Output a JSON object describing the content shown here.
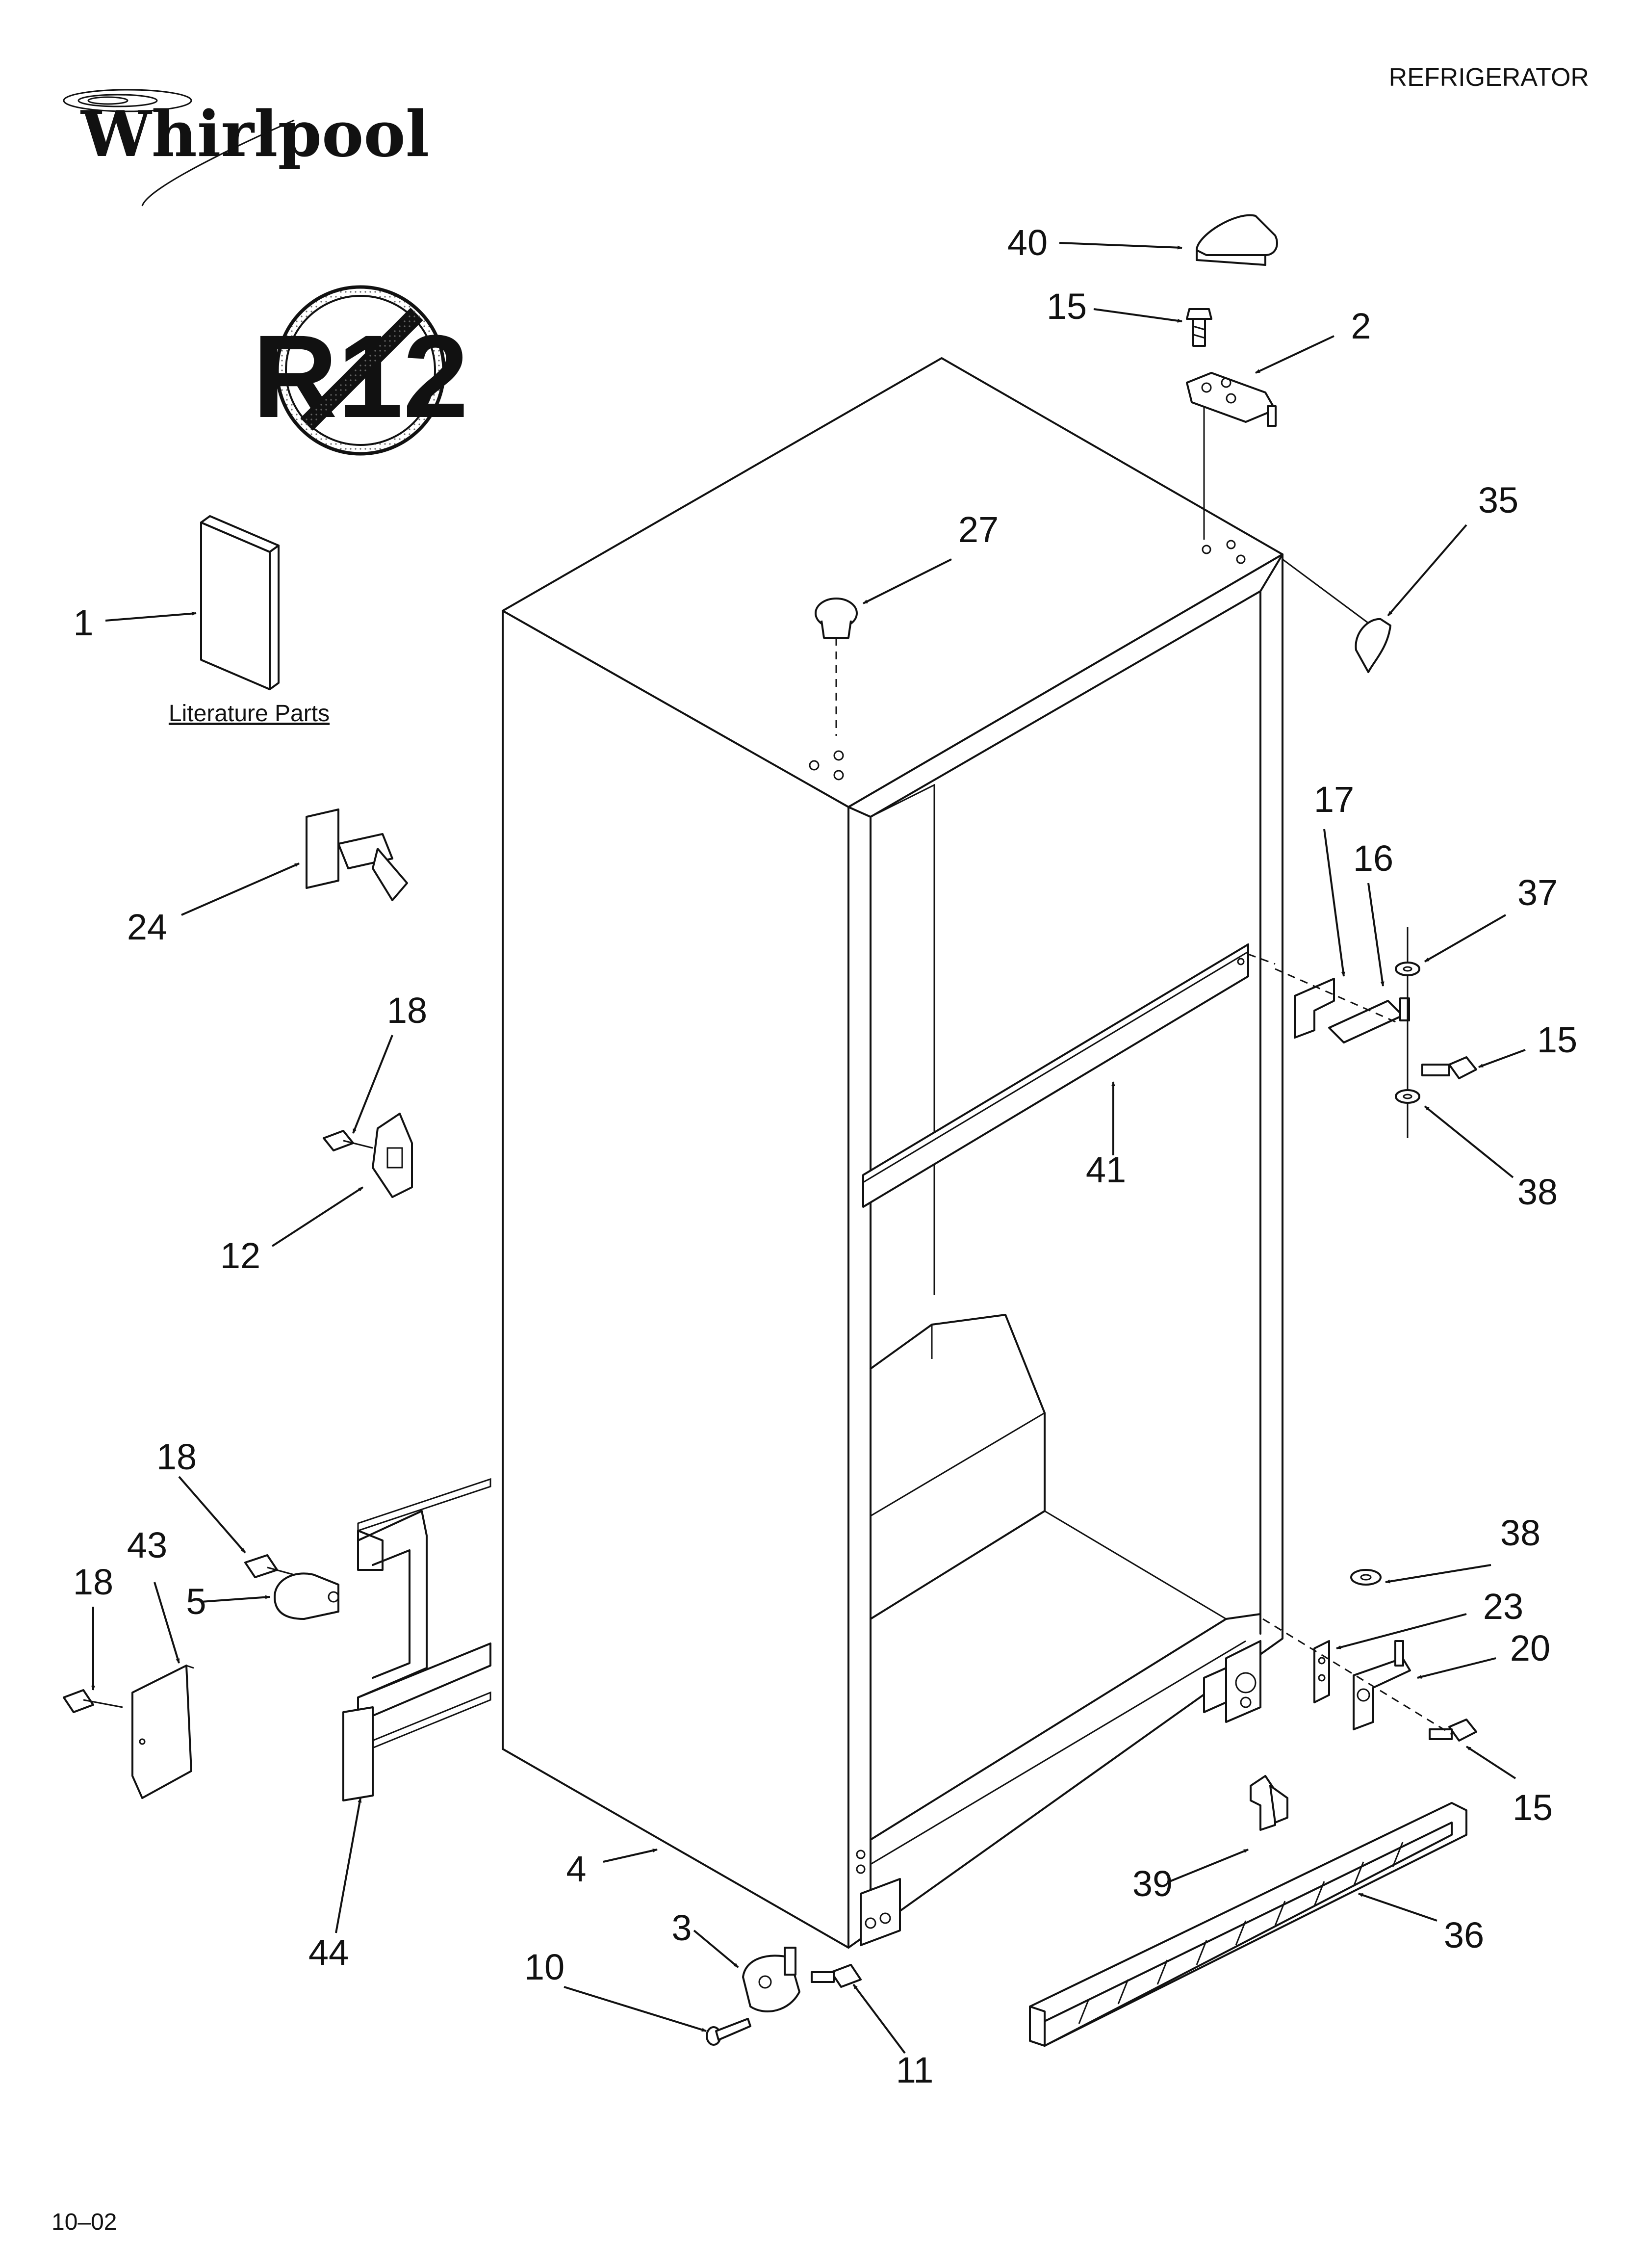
{
  "header": {
    "brand": "Whirlpool",
    "product": "REFRIGERATOR"
  },
  "footer": {
    "date_code": "10–02"
  },
  "badge": {
    "text": "R12"
  },
  "literature": {
    "label": "Literature Parts"
  },
  "callouts": [
    {
      "id": "c1",
      "text": "1"
    },
    {
      "id": "c2",
      "text": "2"
    },
    {
      "id": "c3",
      "text": "3"
    },
    {
      "id": "c4",
      "text": "4"
    },
    {
      "id": "c5",
      "text": "5"
    },
    {
      "id": "c10",
      "text": "10"
    },
    {
      "id": "c11",
      "text": "11"
    },
    {
      "id": "c12",
      "text": "12"
    },
    {
      "id": "c15a",
      "text": "15"
    },
    {
      "id": "c15b",
      "text": "15"
    },
    {
      "id": "c15c",
      "text": "15"
    },
    {
      "id": "c16",
      "text": "16"
    },
    {
      "id": "c17",
      "text": "17"
    },
    {
      "id": "c18a",
      "text": "18"
    },
    {
      "id": "c18b",
      "text": "18"
    },
    {
      "id": "c18c",
      "text": "18"
    },
    {
      "id": "c20",
      "text": "20"
    },
    {
      "id": "c23",
      "text": "23"
    },
    {
      "id": "c24",
      "text": "24"
    },
    {
      "id": "c27",
      "text": "27"
    },
    {
      "id": "c35",
      "text": "35"
    },
    {
      "id": "c36",
      "text": "36"
    },
    {
      "id": "c37",
      "text": "37"
    },
    {
      "id": "c38a",
      "text": "38"
    },
    {
      "id": "c38b",
      "text": "38"
    },
    {
      "id": "c39",
      "text": "39"
    },
    {
      "id": "c40",
      "text": "40"
    },
    {
      "id": "c41",
      "text": "41"
    },
    {
      "id": "c43",
      "text": "43"
    },
    {
      "id": "c44",
      "text": "44"
    }
  ]
}
